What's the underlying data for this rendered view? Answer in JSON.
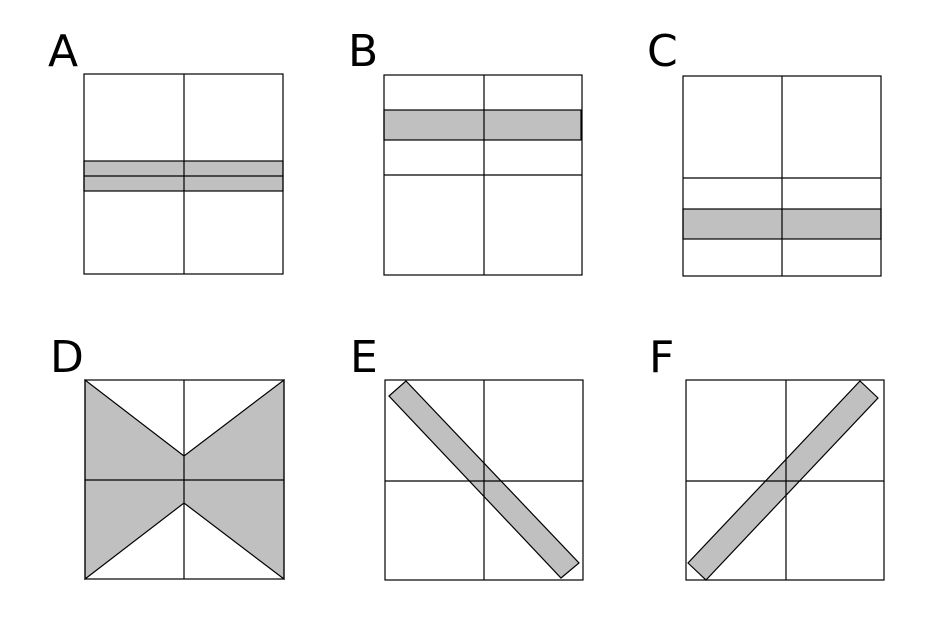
{
  "shade_color": "#c0c0c0",
  "panels": [
    {
      "label": "A"
    },
    {
      "label": "B"
    },
    {
      "label": "C"
    },
    {
      "label": "D"
    },
    {
      "label": "E"
    },
    {
      "label": "F"
    }
  ]
}
